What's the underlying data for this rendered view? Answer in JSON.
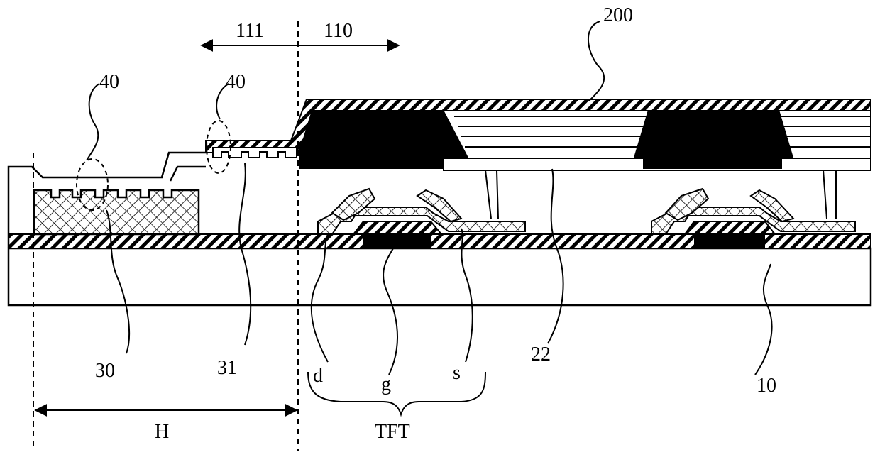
{
  "labels": {
    "region_111": "111",
    "region_110": "110",
    "encapsulation": "200",
    "groove_left": "40",
    "groove_right": "40",
    "pad_30": "30",
    "pad_31": "31",
    "drain": "d",
    "gate": "g",
    "source": "s",
    "electrode_22": "22",
    "substrate": "10",
    "width_H": "H",
    "tft": "TFT"
  }
}
